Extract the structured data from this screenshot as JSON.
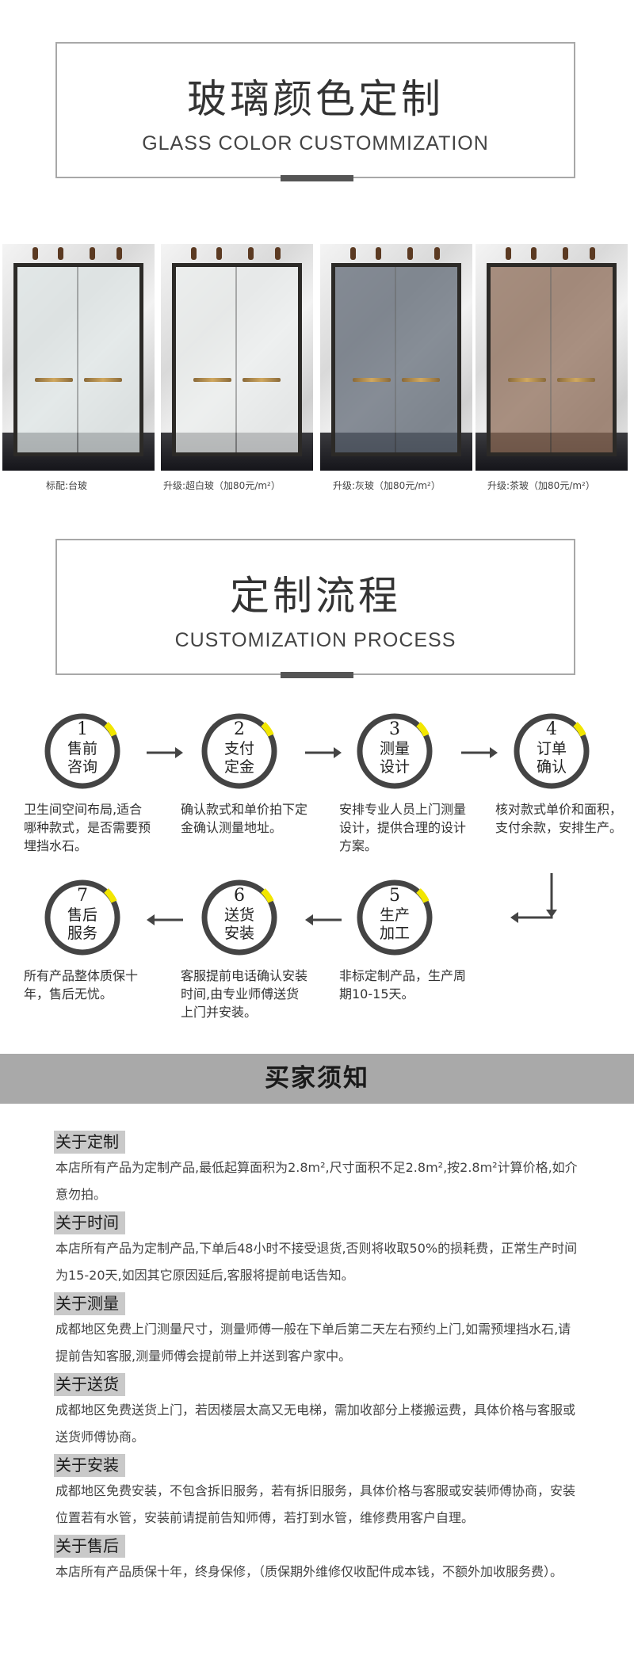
{
  "glass_section": {
    "title_cn": "玻璃颜色定制",
    "title_en": "GLASS COLOR CUSTOMMIZATION",
    "options": [
      {
        "caption": "标配:台玻",
        "tint": "#dfe6e6"
      },
      {
        "caption": "升级:超白玻（加80元/m²）",
        "tint": "#ecefee"
      },
      {
        "caption": "升级:灰玻（加80元/m²）",
        "tint": "#5d6673"
      },
      {
        "caption": "升级:茶玻（加80元/m²）",
        "tint": "#8c6a55"
      }
    ]
  },
  "process_section": {
    "title_cn": "定制流程",
    "title_en": "CUSTOMIZATION PROCESS",
    "steps": [
      {
        "num": "1",
        "label": "售前\n咨询",
        "desc": "卫生间空间布局,适合哪种款式，是否需要预埋挡水石。"
      },
      {
        "num": "2",
        "label": "支付\n定金",
        "desc": "确认款式和单价拍下定金确认测量地址。"
      },
      {
        "num": "3",
        "label": "测量\n设计",
        "desc": "安排专业人员上门测量设计，提供合理的设计方案。"
      },
      {
        "num": "4",
        "label": "订单\n确认",
        "desc": "核对款式单价和面积，支付余款，安排生产。"
      },
      {
        "num": "5",
        "label": "生产\n加工",
        "desc": "非标定制产品，生产周期10-15天。"
      },
      {
        "num": "6",
        "label": "送货\n安装",
        "desc": "客服提前电话确认安装时间,由专业师傅送货上门并安装。"
      },
      {
        "num": "7",
        "label": "售后\n服务",
        "desc": "所有产品整体质保十年，售后无忧。"
      }
    ],
    "accent_color": "#f2e600"
  },
  "buyer_notice": {
    "title": "买家须知",
    "sections": [
      {
        "heading": "关于定制",
        "body": "本店所有产品为定制产品,最低起算面积为2.8m²,尺寸面积不足2.8m²,按2.8m²计算价格,如介意勿拍。"
      },
      {
        "heading": "关于时间",
        "body": "本店所有产品为定制产品,下单后48小时不接受退货,否则将收取50%的损耗费，正常生产时间为15-20天,如因其它原因延后,客服将提前电话告知。"
      },
      {
        "heading": "关于测量",
        "body": "成都地区免费上门测量尺寸，测量师傅一般在下单后第二天左右预约上门,如需预埋挡水石,请提前告知客服,测量师傅会提前带上并送到客户家中。"
      },
      {
        "heading": "关于送货",
        "body": "成都地区免费送货上门，若因楼层太高又无电梯，需加收部分上楼搬运费，具体价格与客服或送货师傅协商。"
      },
      {
        "heading": "关于安装",
        "body": "成都地区免费安装，不包含拆旧服务，若有拆旧服务，具体价格与客服或安装师傅协商，安装位置若有水管，安装前请提前告知师傅，若打到水管，维修费用客户自理。"
      },
      {
        "heading": "关于售后",
        "body": "本店所有产品质保十年，终身保修，（质保期外维修仅收配件成本钱，不额外加收服务费）。"
      }
    ]
  }
}
